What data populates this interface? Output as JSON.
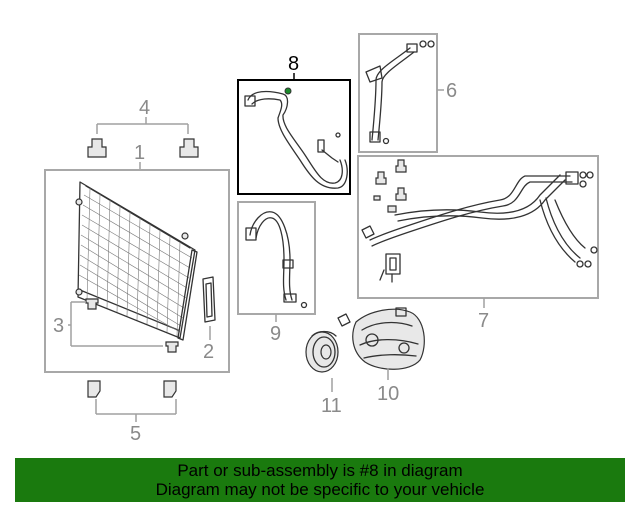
{
  "callouts": {
    "c1": "1",
    "c2": "2",
    "c3": "3",
    "c4": "4",
    "c5": "5",
    "c6": "6",
    "c7": "7",
    "c8": "8",
    "c9": "9",
    "c10": "10",
    "c11": "11"
  },
  "highlight_color": "#000000",
  "banner": {
    "line1": "Part or sub-assembly is #8 in diagram",
    "line2": "Diagram may not be specific to your vehicle",
    "color": "#1a7a0e"
  }
}
